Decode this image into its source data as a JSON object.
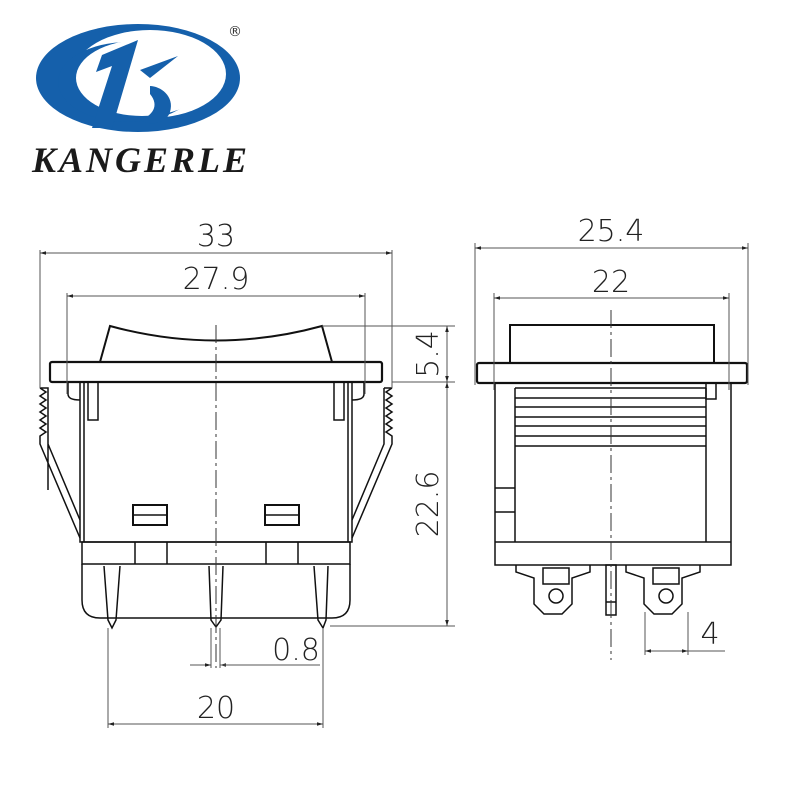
{
  "logo": {
    "brand_name": "KANGERLE",
    "registered_mark": "®",
    "brand_color": "#1560ab"
  },
  "front_view": {
    "dimensions": {
      "overall_width": "33",
      "bezel_width": "27.9",
      "rocker_height": "5.4",
      "body_height": "22.6",
      "pin_thickness": "0.8",
      "pin_span": "20"
    }
  },
  "side_view": {
    "dimensions": {
      "overall_width": "25.4",
      "body_width": "22",
      "terminal_width": "4"
    }
  },
  "colors": {
    "line": "#111111",
    "dim_line": "#555555"
  }
}
